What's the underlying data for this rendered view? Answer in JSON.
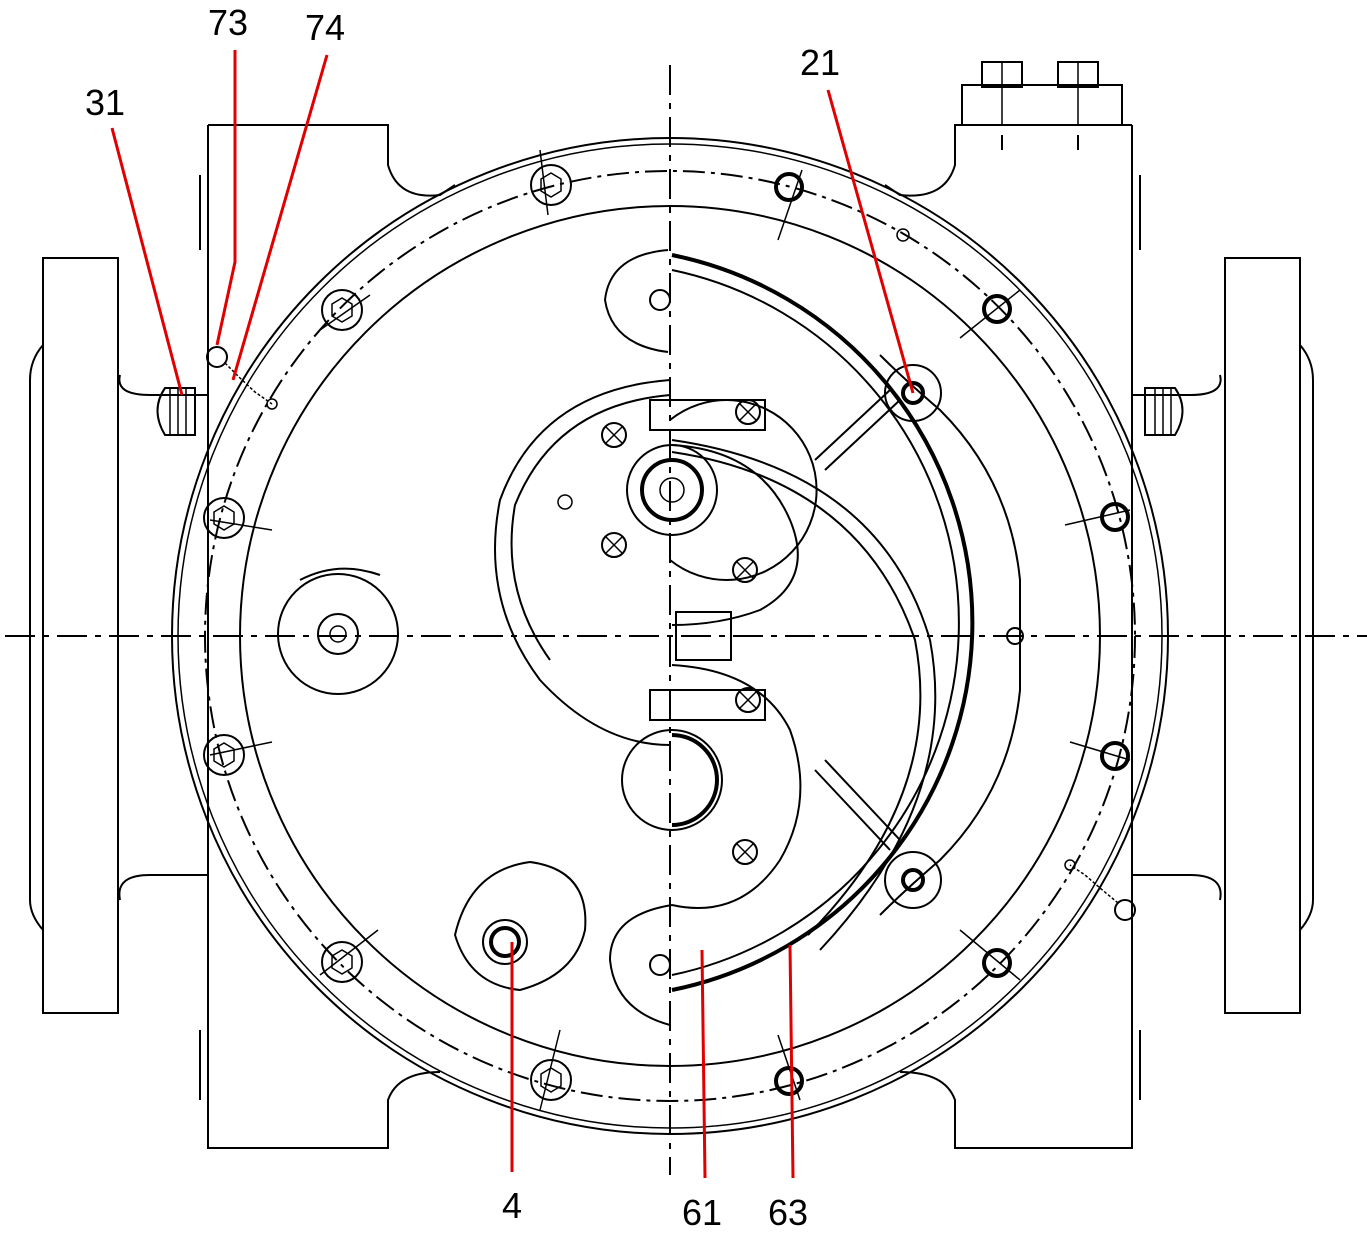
{
  "drawing": {
    "callouts": [
      {
        "id": "c31",
        "label": "31"
      },
      {
        "id": "c73",
        "label": "73"
      },
      {
        "id": "c74",
        "label": "74"
      },
      {
        "id": "c21",
        "label": "21"
      },
      {
        "id": "c4",
        "label": "4"
      },
      {
        "id": "c61",
        "label": "61"
      },
      {
        "id": "c63",
        "label": "63"
      }
    ],
    "colors": {
      "line": "#000000",
      "leader": "#e00000",
      "background": "#ffffff"
    }
  }
}
